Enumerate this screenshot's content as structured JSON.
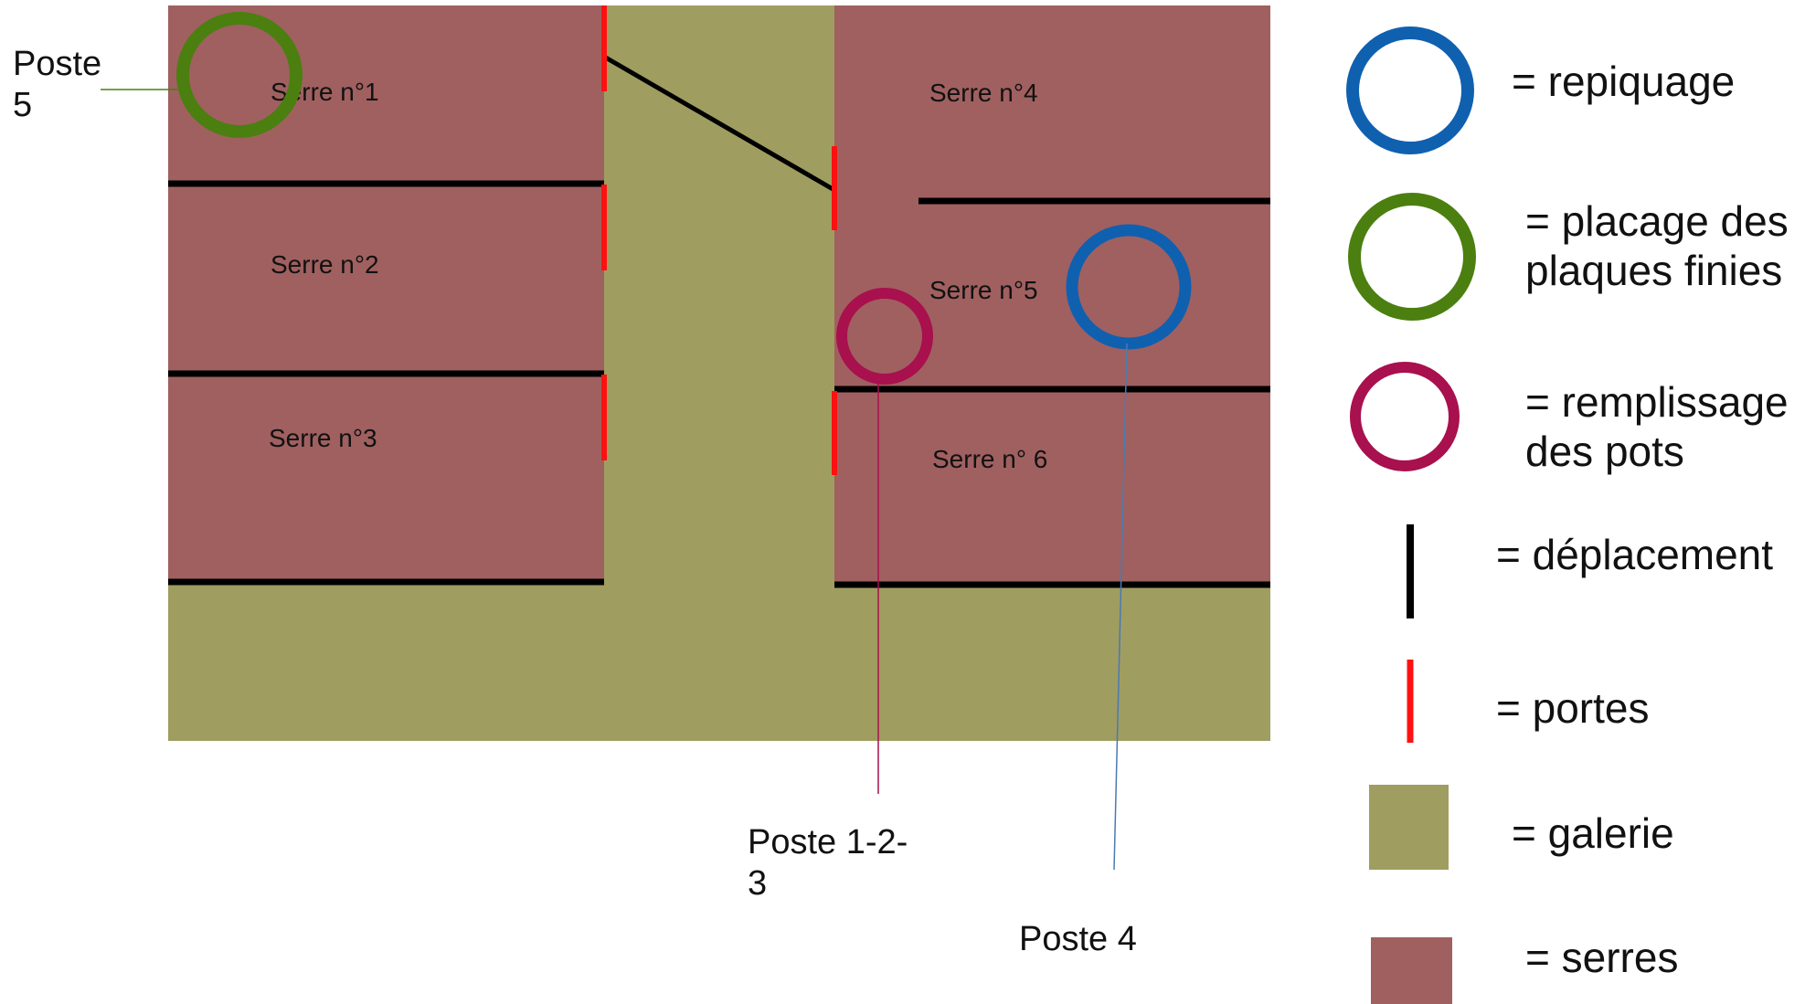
{
  "colors": {
    "galerie": "#a09d61",
    "serre": "#a06060",
    "wall": "#000000",
    "door": "#ff1111",
    "repiquage": "#1060b0",
    "placage": "#4b7f10",
    "remplissage": "#a8104e"
  },
  "serres": {
    "s1": "Serre n°1",
    "s2": "Serre n°2",
    "s3": "Serre n°3",
    "s4": "Serre n°4",
    "s5": "Serre n°5",
    "s6": "Serre n° 6"
  },
  "postes": {
    "poste5_line1": "Poste",
    "poste5_line2": "5",
    "poste123_line1": "Poste 1-2-",
    "poste123_line2": "3",
    "poste4": "Poste 4"
  },
  "legend": {
    "repiquage": "= repiquage",
    "placage_line1": "= placage des",
    "placage_line2": "plaques finies",
    "remplissage_line1": "= remplissage",
    "remplissage_line2": "des pots",
    "deplacement": "= déplacement",
    "portes": "= portes",
    "galerie": "= galerie",
    "serres": "= serres"
  }
}
